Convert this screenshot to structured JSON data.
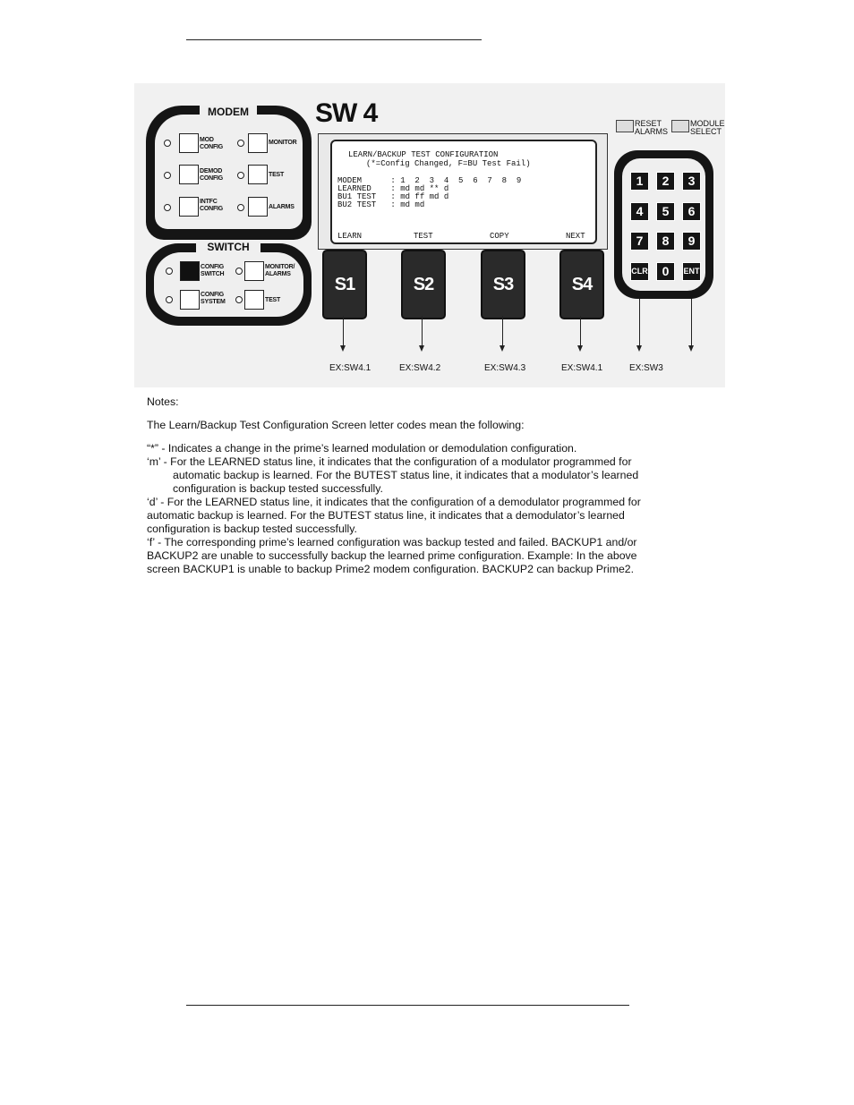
{
  "figure": {
    "modem_panel": {
      "title": "MODEM",
      "keys": [
        {
          "label": "MOD CONFIG"
        },
        {
          "label": "MONITOR"
        },
        {
          "label": "DEMOD CONFIG"
        },
        {
          "label": "TEST"
        },
        {
          "label": "INTFC CONFIG"
        },
        {
          "label": "ALARMS"
        }
      ]
    },
    "switch_panel": {
      "title": "SWITCH",
      "keys": [
        {
          "label": "CONFIG SWITCH"
        },
        {
          "label": "MONITOR/ ALARMS"
        },
        {
          "label": "CONFIG SYSTEM"
        },
        {
          "label": "TEST"
        }
      ]
    },
    "sw_title": "SW 4",
    "screen": {
      "line1": "LEARN/BACKUP TEST CONFIGURATION",
      "line2": "(*=Config Changed, F=BU Test Fail)",
      "row_modem": "MODEM      : 1  2  3  4  5  6  7  8  9",
      "row_learned": "LEARNED    : md md ** d",
      "row_bu1": "BU1 TEST   : md ff md d",
      "row_bu2": "BU2 TEST   : md md",
      "softkeys": [
        "LEARN",
        "TEST",
        "COPY",
        "NEXT"
      ]
    },
    "function_keys": [
      "S1",
      "S2",
      "S3",
      "S4"
    ],
    "reset_alarms": "RESET ALARMS",
    "module_select": "MODULE SELECT",
    "keypad": [
      "1",
      "2",
      "3",
      "4",
      "5",
      "6",
      "7",
      "8",
      "9",
      "CLR",
      "0",
      "ENT"
    ],
    "ex_labels": [
      "EX:SW4.1",
      "EX:SW4.2",
      "EX:SW4.3",
      "EX:SW4.1",
      "EX:SW3"
    ]
  },
  "notes": {
    "heading": "Notes:",
    "intro": "The Learn/Backup Test Configuration Screen letter codes mean the following:",
    "star_a": "“*” - Indicates a change in the prime’s learned modulation or demodulation configuration.",
    "m_first": "‘m’ - For the LEARNED status line, it indicates that the configuration of a modulator programmed for",
    "m_rest": "automatic backup is learned. For the BUTEST status line, it indicates that a modulator’s learned configuration is backup tested successfully.",
    "d_1": "‘d’ - For the LEARNED status line, it indicates that the configuration of a demodulator programmed for",
    "d_2": "automatic backup is learned. For the BUTEST status line, it indicates that a demodulator’s learned",
    "d_3": "configuration is backup tested successfully.",
    "f_1": "‘f’ - The corresponding prime’s learned configuration was backup tested and failed. BACKUP1 and/or",
    "f_2": "BACKUP2 are unable to successfully backup the learned prime configuration. Example: In the above",
    "f_3": "screen BACKUP1 is unable to backup Prime2 modem configuration. BACKUP2 can backup Prime2."
  }
}
